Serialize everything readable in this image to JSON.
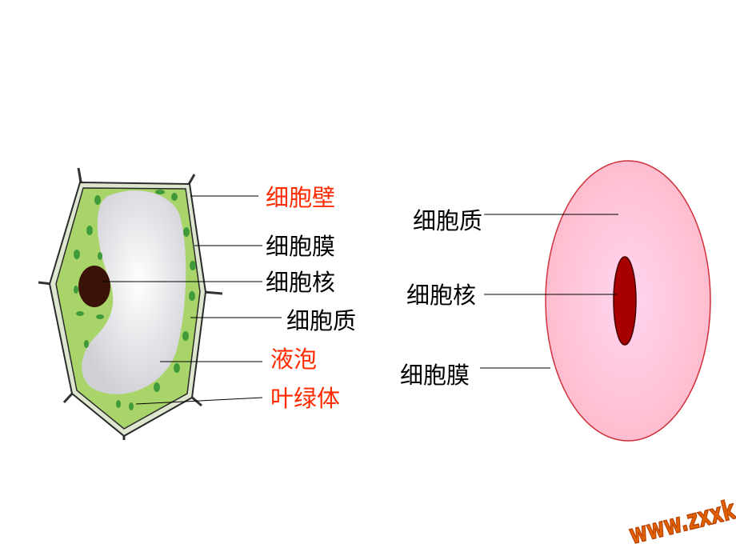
{
  "plant_cell": {
    "labels": [
      {
        "text": "细胞壁",
        "color": "#ff2a00"
      },
      {
        "text": "细胞膜",
        "color": "#000000"
      },
      {
        "text": "细胞核",
        "color": "#000000"
      },
      {
        "text": "细胞质",
        "color": "#000000"
      },
      {
        "text": "液泡",
        "color": "#ff2a00"
      },
      {
        "text": "叶绿体",
        "color": "#ff2a00"
      }
    ],
    "colors": {
      "cytoplasm": "#a8d46a",
      "chloroplast": "#3f9a3a",
      "nucleus": "#3a1208",
      "vacuole": "#e8e8ec"
    }
  },
  "animal_cell": {
    "labels": [
      {
        "text": "细胞质"
      },
      {
        "text": "细胞核"
      },
      {
        "text": "细胞膜"
      }
    ],
    "colors": {
      "cytoplasm": "#ffc8d8",
      "membrane": "#d0303a",
      "nucleus": "#a80000"
    }
  },
  "watermark": "www.zxxk.com"
}
